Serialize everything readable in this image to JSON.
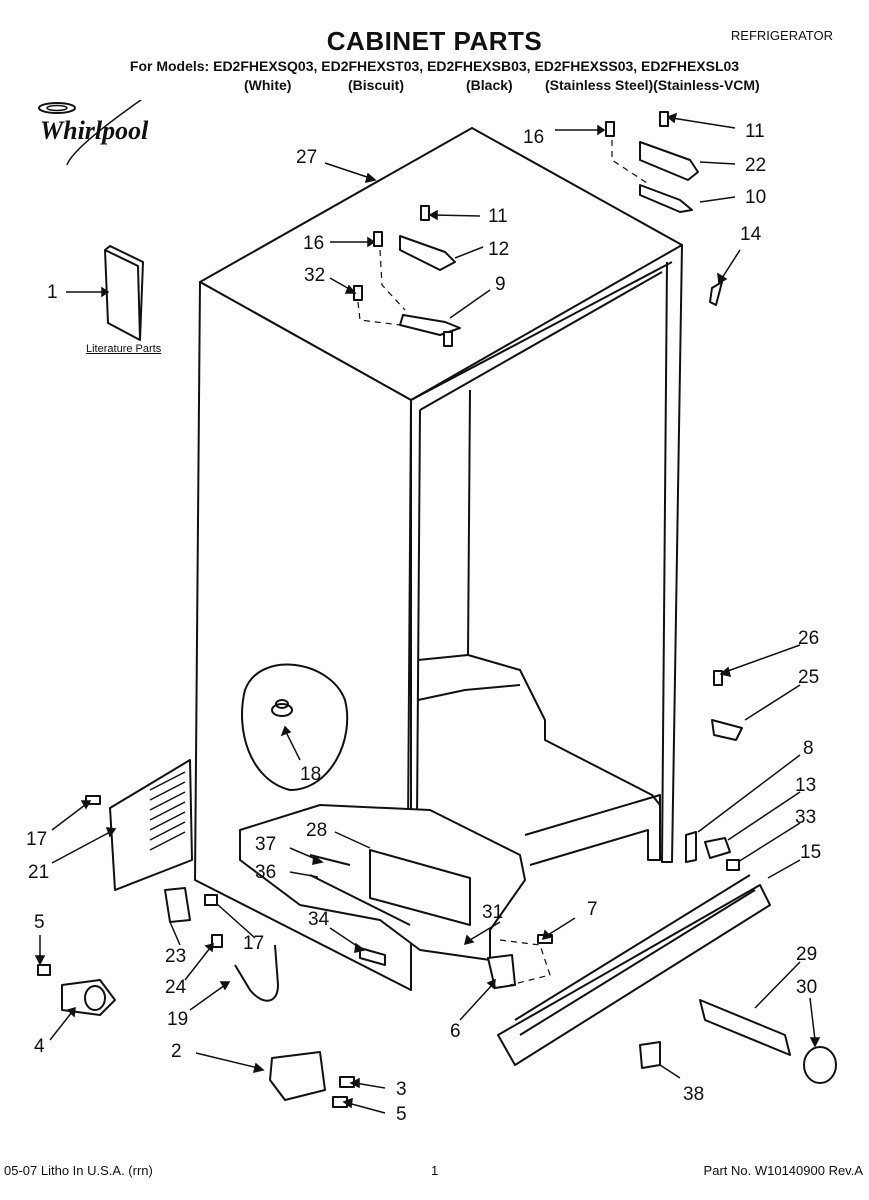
{
  "header": {
    "title": "CABINET PARTS",
    "category": "REFRIGERATOR",
    "models_line": "For Models: ED2FHEXSQ03, ED2FHEXST03, ED2FHEXSB03, ED2FHEXSS03, ED2FHEXSL03",
    "colors": [
      "(White)",
      "(Biscuit)",
      "(Black)",
      "(Stainless Steel)(Stainless-VCM)"
    ]
  },
  "brand": {
    "logo_text": "Whirlpool"
  },
  "literature_label": "Literature Parts",
  "callouts": [
    "1",
    "2",
    "3",
    "4",
    "5",
    "5",
    "6",
    "7",
    "8",
    "9",
    "10",
    "11",
    "11",
    "12",
    "13",
    "14",
    "15",
    "16",
    "16",
    "17",
    "17",
    "18",
    "19",
    "21",
    "22",
    "23",
    "24",
    "25",
    "26",
    "27",
    "28",
    "29",
    "30",
    "31",
    "32",
    "33",
    "34",
    "36",
    "37",
    "38"
  ],
  "footer": {
    "litho": "05-07 Litho In U.S.A. (rrn)",
    "page": "1",
    "part_no": "Part No. W10140900 Rev.A"
  }
}
